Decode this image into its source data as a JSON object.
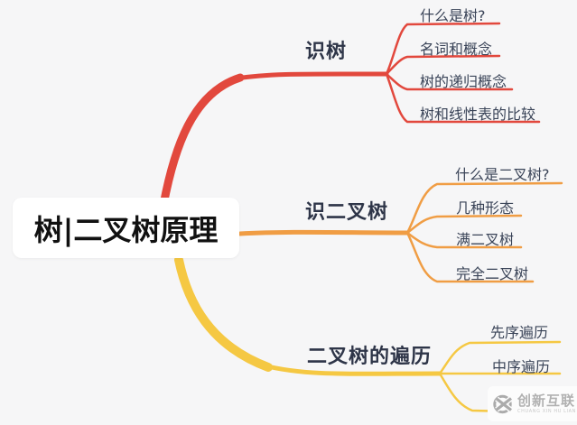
{
  "page": {
    "background": "#f6f6f7"
  },
  "mindmap": {
    "root": {
      "label": "树|二叉树原理",
      "text_color": "#111111",
      "background": "#ffffff"
    },
    "label_color": "#2e3548",
    "child_label_color": "#3a4458",
    "branches": [
      {
        "label": "识树",
        "color": "#e2483d",
        "children": [
          {
            "label": "什么是树?"
          },
          {
            "label": "名词和概念"
          },
          {
            "label": "树的递归概念"
          },
          {
            "label": "树和线性表的比较"
          }
        ]
      },
      {
        "label": "识二叉树",
        "color": "#f09d44",
        "children": [
          {
            "label": "什么是二叉树?"
          },
          {
            "label": "几种形态"
          },
          {
            "label": "满二叉树"
          },
          {
            "label": "完全二叉树"
          }
        ]
      },
      {
        "label": "二叉树的遍历",
        "color": "#f5c843",
        "children": [
          {
            "label": "先序遍历"
          },
          {
            "label": "中序遍历"
          }
        ]
      }
    ]
  },
  "watermark": {
    "icon": "circle-x-icon",
    "text": "创新互联",
    "subtext": "CHUANG XIN HU LIAN",
    "color": "#b1b1b1"
  }
}
